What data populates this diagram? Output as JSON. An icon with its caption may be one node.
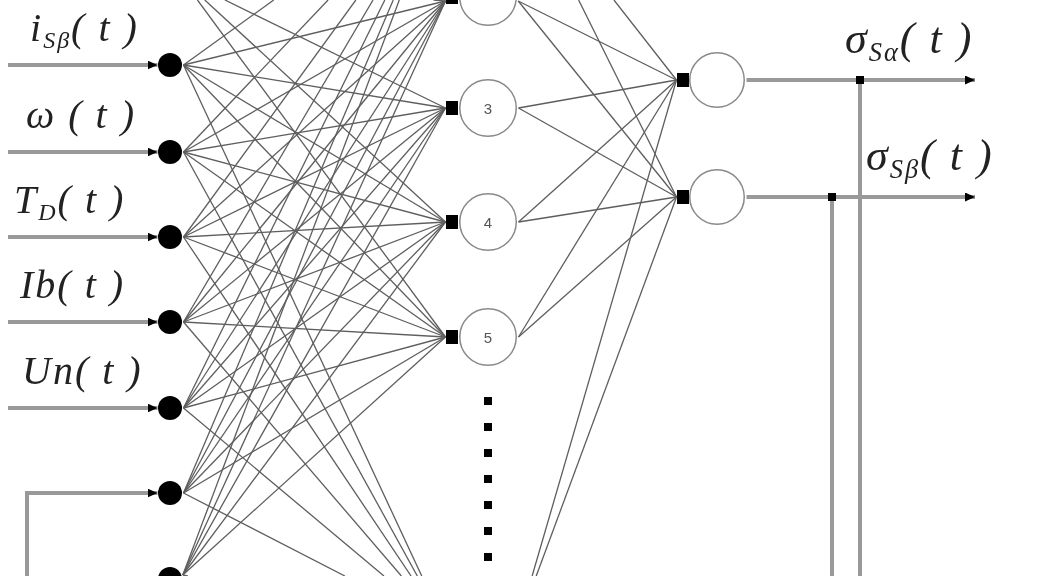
{
  "diagram": {
    "nodes": [
      {
        "text": [],
        "shape": "circle"
      },
      {
        "text": [],
        "shape": "circle"
      },
      {
        "text": [],
        "shape": "circle"
      },
      {
        "text": [],
        "shape": "circle"
      },
      {
        "text": [],
        "shape": "circle"
      },
      {
        "text": [],
        "shape": "circle"
      },
      {
        "text": [],
        "shape": "circle"
      },
      {
        "text": [],
        "shape": "circle"
      },
      {
        "text": [
          "3"
        ]
      },
      {
        "text": [
          "4"
        ]
      },
      {
        "text": [
          "5"
        ]
      },
      {
        "text": [],
        "shape": "circle"
      },
      {
        "text": [],
        "shape": "circle"
      }
    ],
    "edges": [
      {
        "from": null,
        "to": 0,
        "arrow": "to",
        "label": "i$_{Sβ}$( t )",
        "style": "thick",
        "color": "#999999"
      },
      {
        "from": null,
        "to": 1,
        "arrow": "to",
        "label": "ω ( t )",
        "style": "thick",
        "color": "#999999"
      },
      {
        "from": null,
        "to": 2,
        "arrow": "to",
        "label": "T$_{D}$( t )",
        "style": "thick",
        "color": "#999999"
      },
      {
        "from": null,
        "to": 3,
        "arrow": "to",
        "label": "Ib( t )",
        "style": "thick",
        "color": "#999999"
      },
      {
        "from": null,
        "to": 4,
        "arrow": "to",
        "label": "Un( t )",
        "style": "thick",
        "color": "#999999"
      },
      {
        "from": null,
        "to": 5,
        "arrow": "to",
        "style": "thick",
        "color": "#999999"
      },
      {
        "from": 0,
        "to": 7,
        "arrow": "none"
      },
      {
        "from": 0,
        "to": 8,
        "arrow": "none"
      },
      {
        "from": 0,
        "to": 9,
        "arrow": "none"
      },
      {
        "from": 0,
        "to": 10,
        "arrow": "none"
      },
      {
        "from": 0,
        "to": null,
        "arrow": "none"
      },
      {
        "from": 0,
        "to": null,
        "arrow": "none"
      },
      {
        "from": 1,
        "to": 7,
        "arrow": "none"
      },
      {
        "from": 1,
        "to": 8,
        "arrow": "none"
      },
      {
        "from": 1,
        "to": 9,
        "arrow": "none"
      },
      {
        "from": 1,
        "to": 10,
        "arrow": "none"
      },
      {
        "from": 1,
        "to": null,
        "arrow": "none"
      },
      {
        "from": 1,
        "to": null,
        "arrow": "none"
      },
      {
        "from": 2,
        "to": 7,
        "arrow": "none"
      },
      {
        "from": 2,
        "to": 8,
        "arrow": "none"
      },
      {
        "from": 2,
        "to": 9,
        "arrow": "none"
      },
      {
        "from": 2,
        "to": 10,
        "arrow": "none"
      },
      {
        "from": 2,
        "to": null,
        "arrow": "none"
      },
      {
        "from": 2,
        "to": null,
        "arrow": "none"
      },
      {
        "from": 3,
        "to": 7,
        "arrow": "none"
      },
      {
        "from": 3,
        "to": 8,
        "arrow": "none"
      },
      {
        "from": 3,
        "to": 9,
        "arrow": "none"
      },
      {
        "from": 3,
        "to": 10,
        "arrow": "none"
      },
      {
        "from": 3,
        "to": null,
        "arrow": "none"
      },
      {
        "from": 3,
        "to": null,
        "arrow": "none"
      },
      {
        "from": 4,
        "to": 7,
        "arrow": "none"
      },
      {
        "from": 4,
        "to": 8,
        "arrow": "none"
      },
      {
        "from": 4,
        "to": 9,
        "arrow": "none"
      },
      {
        "from": 4,
        "to": 10,
        "arrow": "none"
      },
      {
        "from": 4,
        "to": null,
        "arrow": "none"
      },
      {
        "from": 4,
        "to": null,
        "arrow": "none"
      },
      {
        "from": 5,
        "to": 7,
        "arrow": "none"
      },
      {
        "from": 5,
        "to": 8,
        "arrow": "none"
      },
      {
        "from": 5,
        "to": 9,
        "arrow": "none"
      },
      {
        "from": 5,
        "to": 10,
        "arrow": "none"
      },
      {
        "from": 5,
        "to": null,
        "arrow": "none"
      },
      {
        "from": 5,
        "to": null,
        "arrow": "none"
      },
      {
        "from": 6,
        "to": 7,
        "arrow": "none"
      },
      {
        "from": 6,
        "to": 8,
        "arrow": "none"
      },
      {
        "from": 6,
        "to": 9,
        "arrow": "none"
      },
      {
        "from": 6,
        "to": 10,
        "arrow": "none"
      },
      {
        "from": 6,
        "to": null,
        "arrow": "none"
      },
      {
        "from": 6,
        "to": null,
        "arrow": "none"
      },
      {
        "from": null,
        "to": 7,
        "arrow": "none"
      },
      {
        "from": null,
        "to": 8,
        "arrow": "none"
      },
      {
        "from": null,
        "to": 9,
        "arrow": "none"
      },
      {
        "from": null,
        "to": 10,
        "arrow": "none"
      },
      {
        "from": 7,
        "to": 11,
        "arrow": "none"
      },
      {
        "from": 7,
        "to": 12,
        "arrow": "none"
      },
      {
        "from": 8,
        "to": 11,
        "arrow": "none"
      },
      {
        "from": 8,
        "to": 12,
        "arrow": "none"
      },
      {
        "from": 9,
        "to": 11,
        "arrow": "none"
      },
      {
        "from": 9,
        "to": 12,
        "arrow": "none"
      },
      {
        "from": 10,
        "to": 11,
        "arrow": "none"
      },
      {
        "from": 10,
        "to": 12,
        "arrow": "none"
      },
      {
        "from": null,
        "to": 11,
        "arrow": "none"
      },
      {
        "from": null,
        "to": 12,
        "arrow": "none"
      },
      {
        "from": null,
        "to": 11,
        "arrow": "none"
      },
      {
        "from": null,
        "to": 12,
        "arrow": "none"
      },
      {
        "from": 11,
        "to": null,
        "arrow": "to",
        "label": "σ$_{Sα}$( t )",
        "style": "thick",
        "color": "#999999"
      },
      {
        "from": 12,
        "to": null,
        "arrow": "to",
        "label": "σ$_{Sβ}$( t )",
        "style": "thick",
        "color": "#999999"
      },
      {
        "from": 11,
        "to": null,
        "arrow": "none",
        "style": "thick",
        "color": "#999999"
      },
      {
        "from": 12,
        "to": null,
        "arrow": "none",
        "style": "thick",
        "color": "#999999"
      }
    ]
  }
}
